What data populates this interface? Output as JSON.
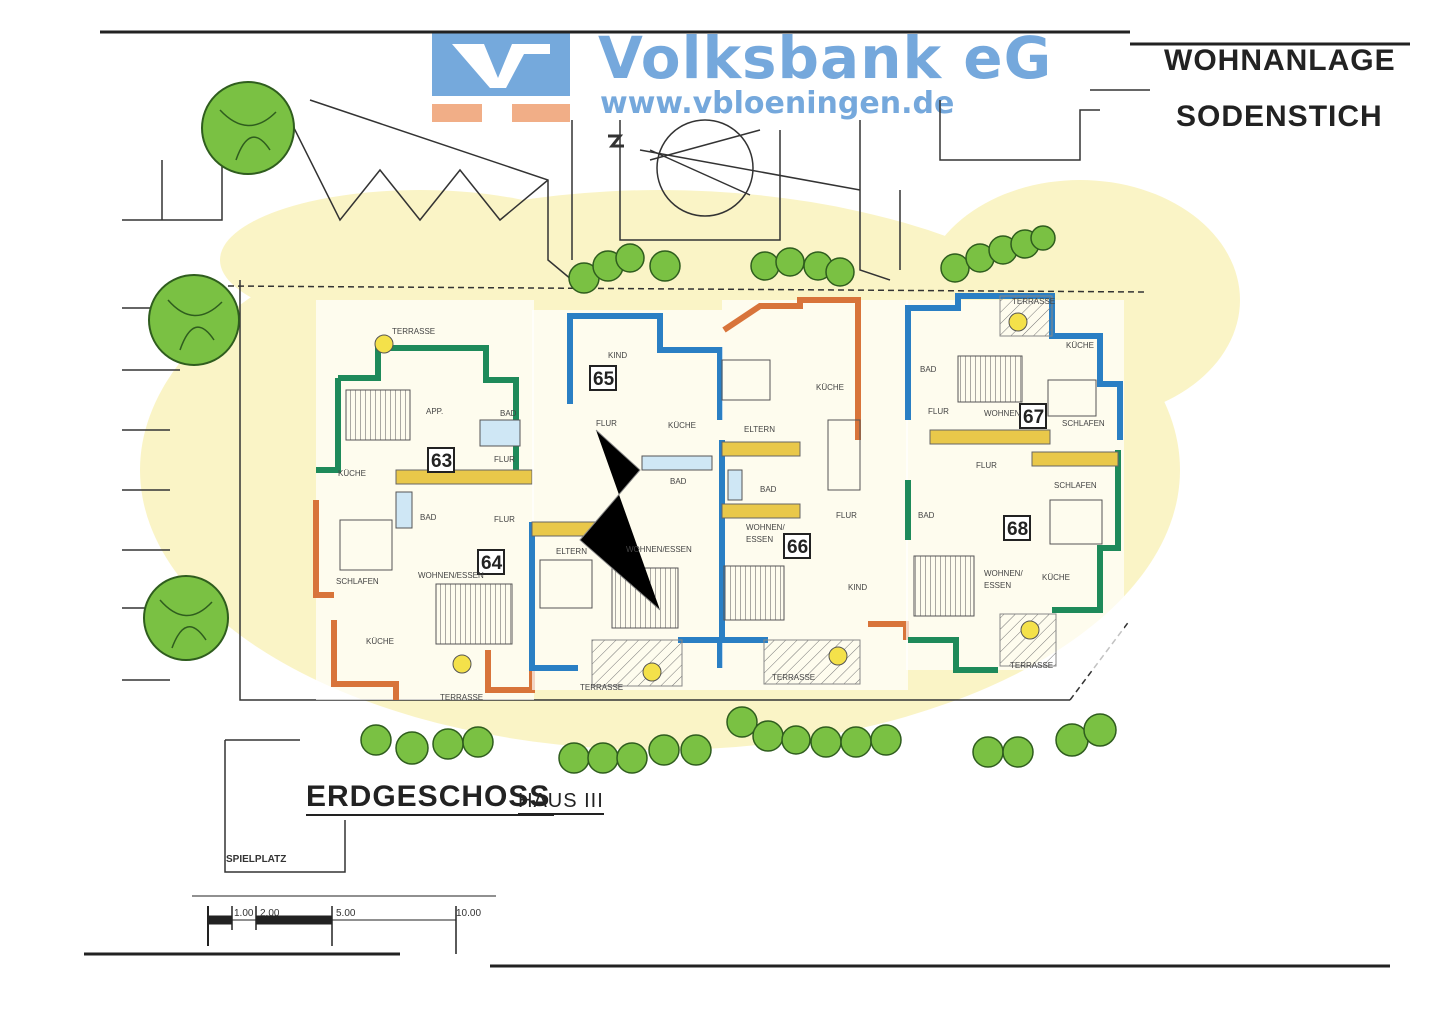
{
  "watermark": {
    "bank_name": "Volksbank eG",
    "url": "www.vbloeningen.de",
    "colors": {
      "blue": "#5d9ad6",
      "orange": "#f0a57a"
    }
  },
  "header": {
    "title_line1": "WOHNANLAGE",
    "title_line2": "SODENSTICH"
  },
  "floor": {
    "title": "ERDGESCHOSS",
    "subtitle": "HAUS III"
  },
  "site": {
    "playground": "SPIELPLATZ"
  },
  "scale": {
    "ticks": [
      "1.00",
      "2.00",
      "5.00",
      "10.00"
    ]
  },
  "units": [
    {
      "number": "63",
      "rooms": [
        "TERRASSE",
        "APP.",
        "BAD",
        "FLUR",
        "KÜCHE"
      ]
    },
    {
      "number": "64",
      "rooms": [
        "BAD",
        "FLUR",
        "SCHLAFEN",
        "WOHNEN/ESSEN",
        "KÜCHE",
        "TERRASSE"
      ]
    },
    {
      "number": "65",
      "rooms": [
        "KIND",
        "FLUR",
        "KÜCHE",
        "BAD",
        "WOHNEN/ESSEN",
        "ELTERN",
        "TERRASSE"
      ]
    },
    {
      "number": "66",
      "rooms": [
        "ELTERN",
        "KÜCHE",
        "BAD",
        "WOHNEN/",
        "ESSEN",
        "FLUR",
        "KIND",
        "TERRASSE"
      ]
    },
    {
      "number": "67",
      "rooms": [
        "TERRASSE",
        "KÜCHE",
        "BAD",
        "FLUR",
        "WOHNEN",
        "SCHLAFEN"
      ]
    },
    {
      "number": "68",
      "rooms": [
        "FLUR",
        "BAD",
        "SCHLAFEN",
        "WOHNEN/",
        "ESSEN",
        "KÜCHE",
        "TERRASSE"
      ]
    }
  ],
  "colors": {
    "wall_green": "#1e8a5a",
    "wall_blue": "#2a7fc4",
    "wall_orange": "#d8743a",
    "tree_green": "#7ac143",
    "lawn_yellow": "#faf3c0",
    "hatch_yellow": "#e9c84a"
  }
}
